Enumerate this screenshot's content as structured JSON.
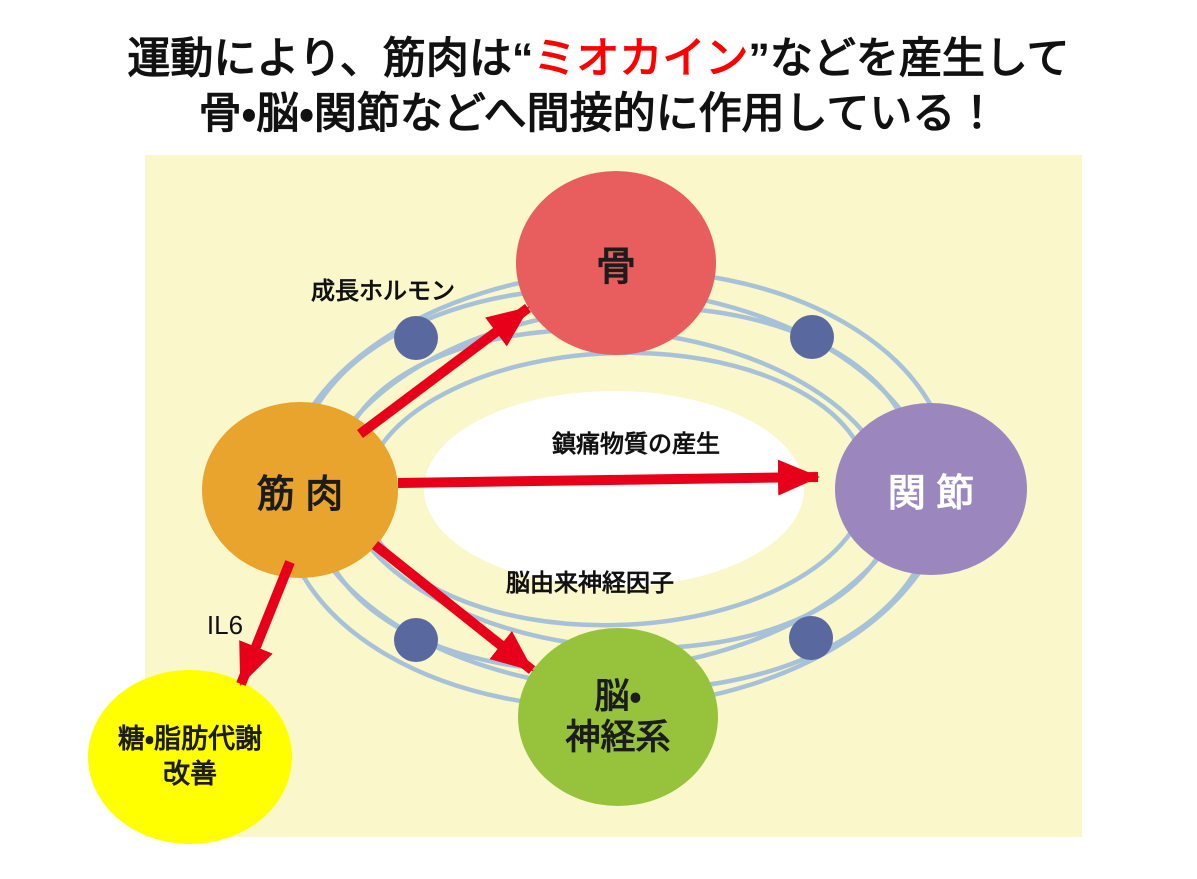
{
  "title": {
    "line1_pre": "運動により、筋肉は“",
    "line1_highlight": "ミオカイン",
    "line1_post": "”などを産生して",
    "line2": "骨・脳・関節などへ間接的に作用している！",
    "highlight_color": "#FF0000"
  },
  "diagram": {
    "panel_color": "#FAF7CB",
    "orbit_color": "#A7C2D8",
    "inner_ellipse_color": "#FFFFFF",
    "dot_color": "#5A68A0",
    "arrow_color": "#E8001A",
    "nodes": {
      "muscle": {
        "label": "筋 肉",
        "color": "#E8A42C",
        "text_color": "#1C1C1C"
      },
      "bone": {
        "label": "骨",
        "color": "#E85D5D",
        "text_color": "#1C1C1C"
      },
      "joint": {
        "label": "関 節",
        "color": "#9B87BE",
        "text_color": "#FFFFFF"
      },
      "brain": {
        "label_line1": "脳・",
        "label_line2": "神経系",
        "color": "#97C33C",
        "text_color": "#1C1C1C"
      },
      "metabolism": {
        "label_line1": "糖・脂肪代謝",
        "label_line2": "改善",
        "color": "#FFFF00",
        "text_color": "#1C1C1C"
      }
    },
    "arrows": [
      {
        "from": "muscle",
        "to": "bone",
        "label": "成長ホルモン"
      },
      {
        "from": "muscle",
        "to": "joint",
        "label": "鎮痛物質の産生"
      },
      {
        "from": "muscle",
        "to": "brain",
        "label": "脳由来神経因子"
      },
      {
        "from": "muscle",
        "to": "metabolism",
        "label": "IL6"
      }
    ]
  }
}
